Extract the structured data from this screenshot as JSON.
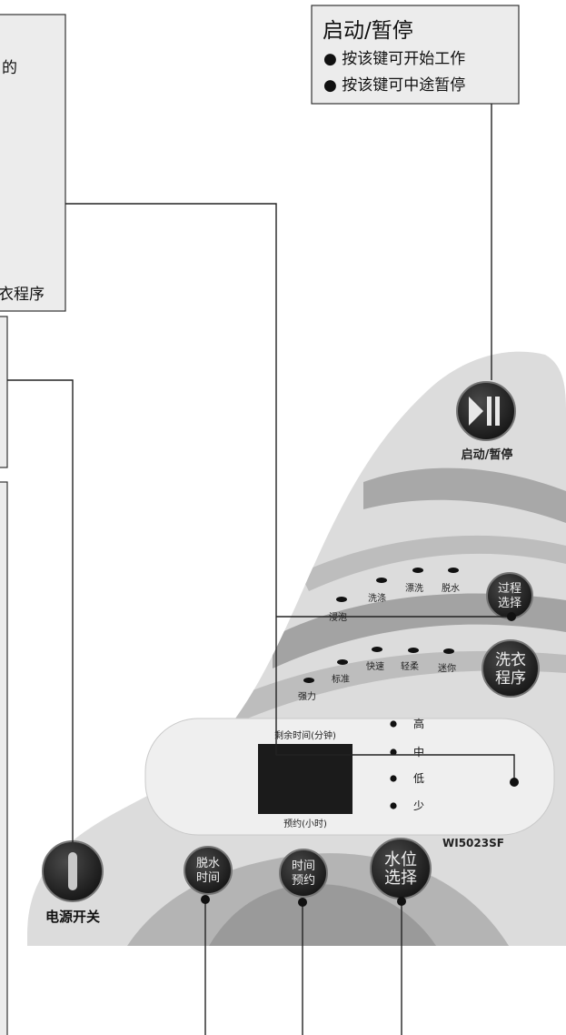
{
  "callouts": {
    "start_pause": {
      "title": "启动/暂停",
      "lines": [
        "● 按该键可开始工作",
        "● 按该键可中途暂停"
      ]
    },
    "top_left": {
      "line1": "的",
      "line2": "衣程序"
    }
  },
  "panel": {
    "start_pause_label": "启动/暂停",
    "process_stages": [
      "浸泡",
      "洗涤",
      "漂洗",
      "脱水"
    ],
    "process_select_button": [
      "过程",
      "选择"
    ],
    "programs": [
      "强力",
      "标准",
      "快速",
      "轻柔",
      "迷你"
    ],
    "wash_program_button": [
      "洗衣",
      "程序"
    ],
    "display_top_label": "剩余时间(分钟)",
    "display_bottom_label": "预约(小时)",
    "water_levels": [
      "高",
      "中",
      "低",
      "少"
    ],
    "model": "WI5023SF",
    "spin_time_button": [
      "脱水",
      "时间"
    ],
    "timer_button": [
      "时间",
      "预约"
    ],
    "water_level_button": [
      "水位",
      "选择"
    ],
    "power_label": "电源开关"
  },
  "colors": {
    "panel_light": "#dcdcdc",
    "band_dark": "#a3a3a3",
    "band_mid": "#bdbdbd",
    "button_dark": "#1e1e1e",
    "callout_bg": "#ececec"
  }
}
